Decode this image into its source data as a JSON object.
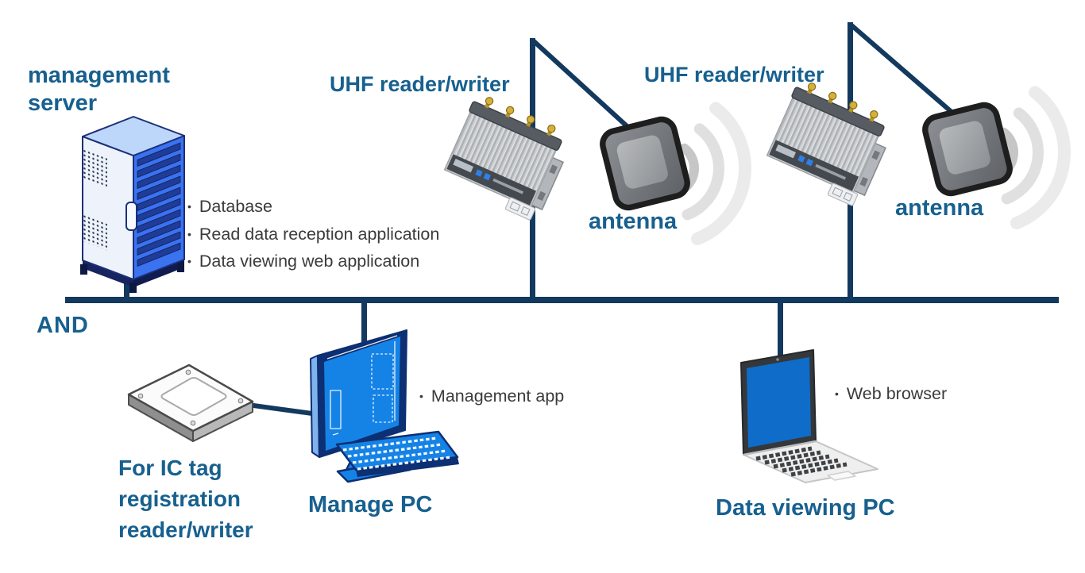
{
  "ui": {
    "bullet_char": "•"
  },
  "colors": {
    "label_blue": "#17608f",
    "line_navy": "#133a5e",
    "server_front_blue": "#3a72f0",
    "monitor_screen_blue": "#1583e6",
    "laptop_screen_blue": "#0f6cc9",
    "antenna_gray": "#6e7276",
    "wifi_arc_gray": "#e0e0e0",
    "gold_connector": "#d4b13a",
    "note_text": "#3b3b3b"
  },
  "nodes": {
    "management_server": {
      "label": "management server",
      "notes": [
        "Database",
        "Read data reception application",
        "Data viewing web application"
      ]
    },
    "uhf_reader_writer_1": {
      "label": "UHF reader/writer"
    },
    "uhf_reader_writer_2": {
      "label": "UHF reader/writer"
    },
    "antenna_1": {
      "label": "antenna"
    },
    "antenna_2": {
      "label": "antenna"
    },
    "network_bus": {
      "label": "AND"
    },
    "ic_tag_registration_reader": {
      "label": "For IC tag registration reader/writer"
    },
    "manage_pc": {
      "label": "Manage PC",
      "notes": [
        "Management app"
      ]
    },
    "data_viewing_pc": {
      "label": "Data viewing PC",
      "notes": [
        "Web browser"
      ]
    }
  }
}
